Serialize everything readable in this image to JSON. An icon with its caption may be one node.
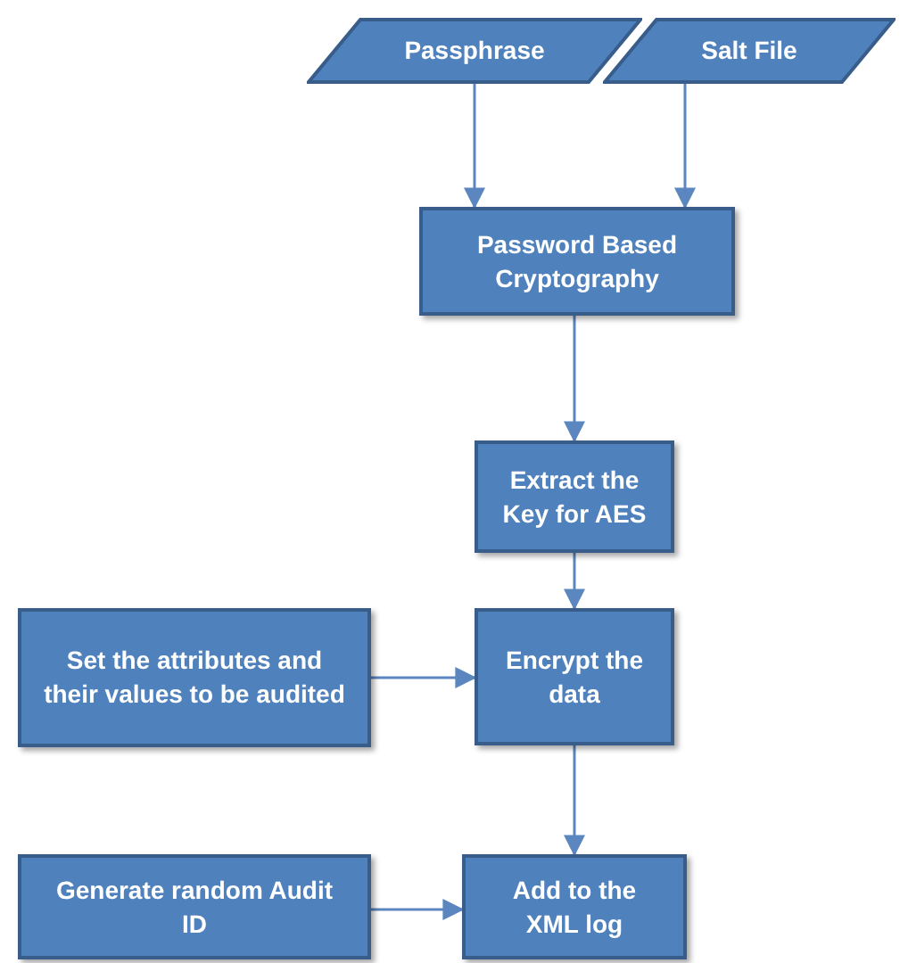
{
  "diagram": {
    "nodes": [
      {
        "text": [
          "Passphrase"
        ]
      },
      {
        "text": [
          "Salt File"
        ]
      },
      {
        "text": [
          "Password Based Cryptography"
        ]
      },
      {
        "text": [
          "Extract the Key for AES"
        ]
      },
      {
        "text": [
          "Set the attributes and their values to be audited"
        ]
      },
      {
        "text": [
          "Encrypt the data"
        ]
      },
      {
        "text": [
          "Generate random Audit ID"
        ]
      },
      {
        "text": [
          "Add to the XML log"
        ]
      }
    ],
    "edges": [
      {
        "from": 0,
        "to": 2,
        "arrow": "to"
      },
      {
        "from": 1,
        "to": 2,
        "arrow": "to"
      },
      {
        "from": 2,
        "to": 3,
        "arrow": "to"
      },
      {
        "from": 3,
        "to": 5,
        "arrow": "to"
      },
      {
        "from": 4,
        "to": 5,
        "arrow": "to"
      },
      {
        "from": 5,
        "to": 7,
        "arrow": "to"
      },
      {
        "from": 6,
        "to": 7,
        "arrow": "to"
      }
    ]
  }
}
